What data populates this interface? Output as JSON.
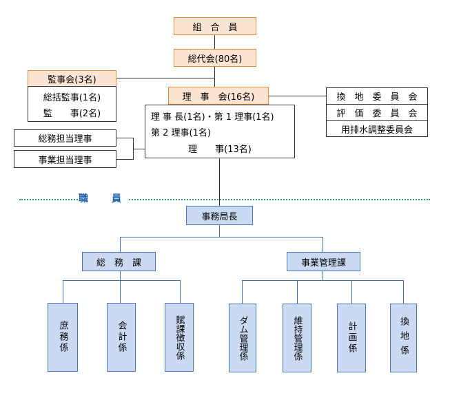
{
  "top": {
    "kumiaiin": "組　合　員",
    "soudaikai": "総代会(80名)"
  },
  "kanjikai": {
    "title": "監事会(3名)",
    "line1": "総括監事(1名)",
    "line2": "監　　事(2名)"
  },
  "rijikai": {
    "title": "理　事　会(16名)",
    "line1": "理 事 長(1名)・第 1 理事(1名)",
    "line2": "第 2 理事(1名)",
    "line3": "理　　事(13名)"
  },
  "tantou": {
    "soumu": "総務担当理事",
    "jigyou": "事業担当理事"
  },
  "iinkai": {
    "item1": "換　地　委　員　会",
    "item2": "評　価　委　員　会",
    "item3": "用排水調整委員会"
  },
  "shokuin_label": "職　員",
  "jimukyokuchou": "事務局長",
  "ka": {
    "soumu": "総　務　課",
    "jigyou": "事業管理課"
  },
  "kakari": {
    "shomu": "庶務係",
    "kaikei": "会計係",
    "fuka": "賦課徴収係",
    "dam": "ダム管理係",
    "iji": "維持管理係",
    "keikaku": "計画係",
    "kanchi": "換地係"
  }
}
